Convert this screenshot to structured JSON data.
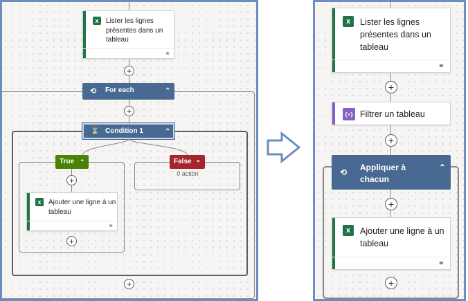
{
  "left": {
    "list_rows_card": {
      "title": "Lister les lignes présentes dans un tableau"
    },
    "foreach": {
      "label": "For each"
    },
    "condition": {
      "label": "Condition 1"
    },
    "true_branch": {
      "label": "True"
    },
    "false_branch": {
      "label": "False",
      "empty_text": "0 action"
    },
    "add_row_card": {
      "title": "Ajouter une ligne à un tableau"
    }
  },
  "right": {
    "list_rows_card": {
      "title": "Lister les lignes présentes dans un tableau"
    },
    "filter_card": {
      "title": "Filtrer un tableau"
    },
    "apply_each": {
      "label": "Appliquer à chacun"
    },
    "add_row_card": {
      "title": "Ajouter une ligne à un tableau"
    }
  },
  "glyphs": {
    "plus": "+",
    "chev_up": "⌃",
    "chev_down": "⌄",
    "loop": "⟲",
    "cond": "⌛",
    "link": "⚭",
    "xls": "x",
    "filter": "{∘}"
  },
  "colors": {
    "excel_green": "#217346",
    "control_blue": "#486991",
    "true_green": "#498205",
    "false_red": "#a4262c",
    "filter_purple": "#8661c5",
    "frame_blue": "#6c8ebf"
  }
}
